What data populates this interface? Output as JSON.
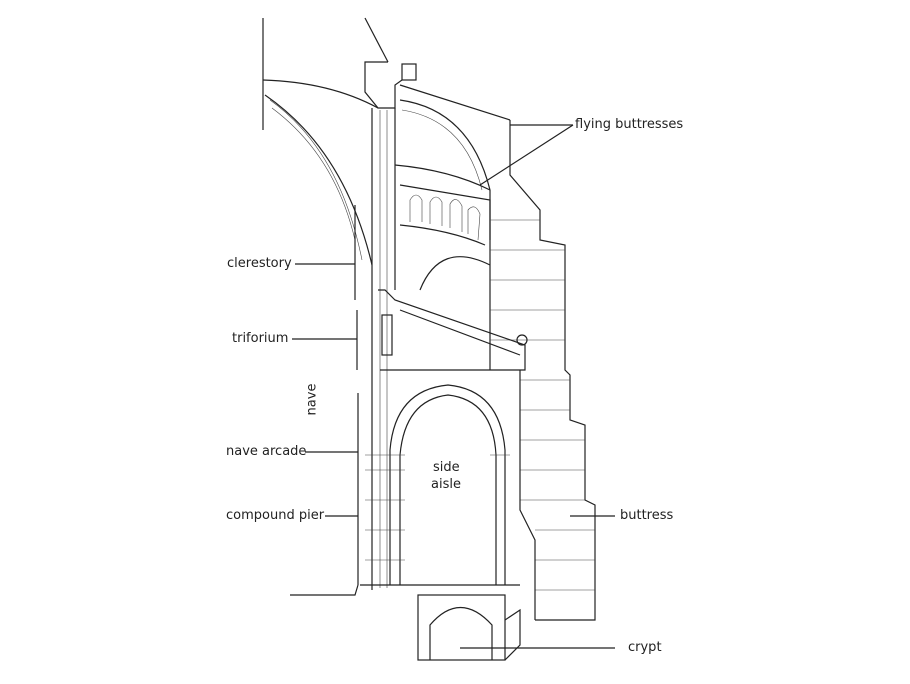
{
  "labels": {
    "flying_buttresses": "flying buttresses",
    "clerestory": "clerestory",
    "triforium": "triforium",
    "nave": "nave",
    "nave_arcade": "nave arcade",
    "compound_pier": "compound pier",
    "side_aisle_1": "side",
    "side_aisle_2": "aisle",
    "buttress": "buttress",
    "crypt": "crypt"
  }
}
